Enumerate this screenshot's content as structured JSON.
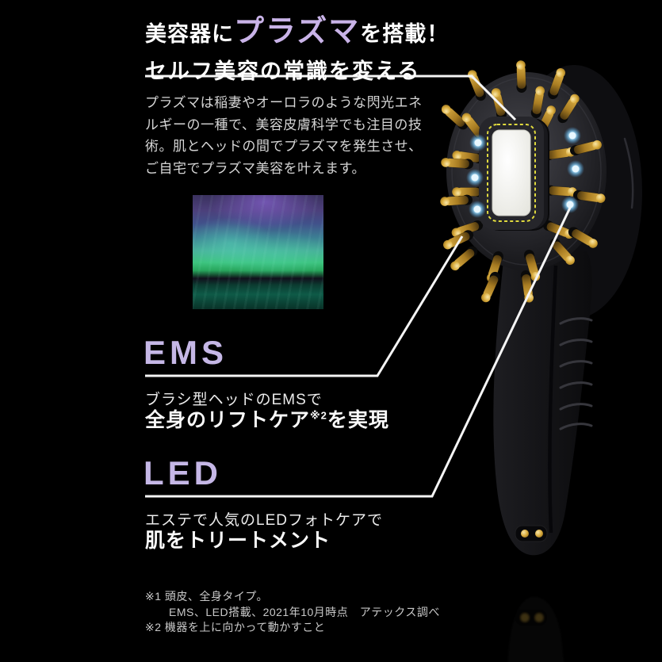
{
  "accent": {
    "highlight": "#c9b3e8",
    "heading": "#c5b7e6",
    "line": "#f5f5f5",
    "led_blue": "#8ed2f5",
    "gold": "#d4a843"
  },
  "hero": {
    "title_prefix": "美容器に",
    "title_highlight": "プラズマ",
    "title_suffix": "を搭載！",
    "title_line2": "セルフ美容の常識を変える",
    "body_lines": [
      "プラズマは稲妻やオーロラのような閃光エネ",
      "ルギーの一種で、美容皮膚科学でも注目の技",
      "術。肌とヘッドの間でプラズマを発生させ、",
      "ご自宅でプラズマ美容を叶えます。"
    ]
  },
  "sections": [
    {
      "heading": "EMS",
      "line1": "ブラシ型ヘッドのEMSで",
      "line2_pre": "全身のリフトケア",
      "line2_sup": "※2",
      "line2_post": "を実現"
    },
    {
      "heading": "LED",
      "line1": "エステで人気のLEDフォトケアで",
      "line2_pre": "肌をトリートメント",
      "line2_sup": "",
      "line2_post": ""
    }
  ],
  "footnotes": {
    "line1": "※1 頭皮、全身タイプ。",
    "line2": "EMS、LED搭載、2021年10月時点　アテックス調べ",
    "line3": "※2 機器を上に向かって動かすこと"
  }
}
